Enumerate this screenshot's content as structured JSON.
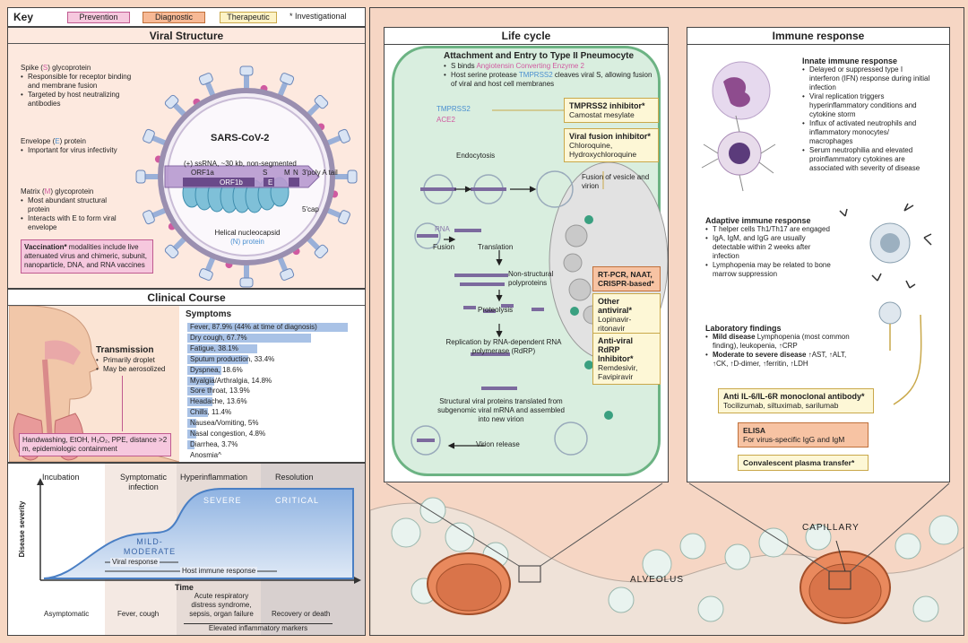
{
  "key": {
    "title": "Key",
    "prevention": "Prevention",
    "diagnostic": "Diagnostic",
    "therapeutic": "Therapeutic",
    "investigational": "* Investigational",
    "colors": {
      "prevention": "#f6c8de",
      "diagnostic": "#f7b995",
      "therapeutic": "#fdf3c6"
    }
  },
  "viral_structure": {
    "title": "Viral Structure",
    "spike_heading_a": "Spike (",
    "spike_heading_s": "S",
    "spike_heading_b": ") glycoprotein",
    "spike_bullets": [
      "Responsible for receptor binding and membrane fusion",
      "Targeted by host neutralizing antibodies"
    ],
    "envelope_heading_a": "Envelope (",
    "envelope_heading_e": "E",
    "envelope_heading_b": ") protein",
    "envelope_bullets": [
      "Important for virus infectivity"
    ],
    "matrix_heading_a": "Matrix (",
    "matrix_heading_m": "M",
    "matrix_heading_b": ") glycoprotein",
    "matrix_bullets": [
      "Most abundant structural protein",
      "Interacts with E to form viral envelope"
    ],
    "vaccination_bold": "Vaccination*",
    "vaccination_text": " modalities include live attenuated virus and chimeric, subunit, nanoparticle, DNA, and RNA vaccines",
    "virus_name": "SARS-CoV-2",
    "genome_label": "(+) ssRNA, ~30 kb, non-segmented",
    "orf1a": "ORF1a",
    "orf1b": "ORF1b",
    "gene_s": "S",
    "gene_e": "E",
    "gene_m": "M",
    "gene_n": "N",
    "poly_a": "3'poly A tail",
    "cap": "5'cap",
    "nucleocapsid_a": "Helical nucleocapsid",
    "nucleocapsid_b": "(N) protein"
  },
  "clinical_course": {
    "title": "Clinical Course",
    "transmission_title": "Transmission",
    "transmission_bullets": [
      "Primarily droplet",
      "May be aerosolized"
    ],
    "prevention_text": "Handwashing, EtOH, H₂O₂, PPE, distance >2 m, epidemiologic containment",
    "symptoms_title": "Symptoms",
    "symptoms": [
      {
        "label": "Fever, 87.9% (44% at time of diagnosis)",
        "value": 87.9
      },
      {
        "label": "Dry cough, 67.7%",
        "value": 67.7
      },
      {
        "label": "Fatigue, 38.1%",
        "value": 38.1
      },
      {
        "label": "Sputum production, 33.4%",
        "value": 33.4
      },
      {
        "label": "Dyspnea, 18.6%",
        "value": 18.6
      },
      {
        "label": "Myalgia/Arthralgia, 14.8%",
        "value": 14.8
      },
      {
        "label": "Sore throat, 13.9%",
        "value": 13.9
      },
      {
        "label": "Headache, 13.6%",
        "value": 13.6
      },
      {
        "label": "Chills, 11.4%",
        "value": 11.4
      },
      {
        "label": "Nausea/Vomiting, 5%",
        "value": 5
      },
      {
        "label": "Nasal congestion, 4.8%",
        "value": 4.8
      },
      {
        "label": "Diarrhea, 3.7%",
        "value": 3.7
      },
      {
        "label": "Anosmia^",
        "value": 0
      }
    ]
  },
  "timeline": {
    "phases": [
      "Incubation",
      "Symptomatic infection",
      "Hyperinflammation",
      "Resolution"
    ],
    "ylabel": "Disease severity",
    "xlabel": "Time",
    "mild": "MILD-MODERATE",
    "severe": "SEVERE",
    "critical": "CRITICAL",
    "viral_response": "Viral response",
    "host_response": "Host immune response",
    "bottom": [
      "Asymptomatic",
      "Fever, cough",
      "Acute respiratory distress syndrome, sepsis, organ failure",
      "Recovery or death"
    ],
    "markers": "Elevated inflammatory markers"
  },
  "life_cycle": {
    "title": "Life cycle",
    "attach_title": "Attachment and Entry to Type II Pneumocyte",
    "attach_1a": "S binds ",
    "attach_1b": "Angiotensin Converting Enzyme 2",
    "attach_2a": "Host serine protease ",
    "attach_2b": "TMPRSS2",
    "attach_2c": " cleaves viral S, allowing fusion of viral and host cell membranes",
    "tmprss2": "TMPRSS2",
    "ace2": "ACE2",
    "tmprss2_inhibitor_title": "TMPRSS2 inhibitor*",
    "tmprss2_inhibitor_drugs": "Camostat mesylate",
    "fusion_inhibitor_title": "Viral fusion inhibitor*",
    "fusion_inhibitor_drugs": "Chloroquine, Hydroxychloroquine",
    "endocytosis": "Endocytosis",
    "fusion_vesicle": "Fusion of vesicle and virion",
    "rna": "RNA",
    "fusion": "Fusion",
    "translation": "Translation",
    "nsp": "Non-structural polyproteins",
    "proteolysis": "Proteolysis",
    "replication": "Replication by RNA-dependent RNA polymerase (RdRP)",
    "diag_title": "RT-PCR, NAAT, CRISPR-based*",
    "other_antiviral_title": "Other antiviral*",
    "other_antiviral_drugs": "Lopinavir-ritonavir",
    "rdrp_title": "Anti-viral RdRP Inhibitor*",
    "rdrp_drugs": "Remdesivir, Favipiravir",
    "structural": "Structural viral proteins translated from subgenomic viral mRNA and assembled into new virion",
    "release": "Virion release"
  },
  "immune": {
    "title": "Immune response",
    "innate_title": "Innate immune response",
    "innate_bullets": [
      "Delayed or suppressed type I interferon (IFN) response during initial infection",
      "Viral replication triggers hyperinflammatory conditions and cytokine storm",
      "Influx of activated neutrophils and inflammatory monocytes/ macrophages",
      "Serum neutrophilia and elevated proinflammatory cytokines are associated with severity of disease"
    ],
    "adaptive_title": "Adaptive immune response",
    "adaptive_bullets": [
      "T helper cells Th1/Th17 are engaged",
      "IgA, IgM, and IgG are usually detectable within 2 weeks after infection",
      "Lymphopenia may be related to bone marrow suppression"
    ],
    "lab_title": "Laboratory findings",
    "lab_mild_bold": "Mild disease",
    "lab_mild_text": " Lymphopenia (most common finding), leukopenia, ↑CRP",
    "lab_severe_bold": "Moderate to severe disease",
    "lab_severe_text": " ↑AST, ↑ALT, ↑CK, ↑D-dimer, ↑ferritin, ↑LDH",
    "il6_title": "Anti IL-6/IL-6R monoclonal antibody*",
    "il6_drugs": "Tocilizumab, siltuximab, sarilumab",
    "elisa_title": "ELISA",
    "elisa_text": "For virus-specific IgG and IgM",
    "plasma": "Convalescent plasma transfer*"
  },
  "bottom_labels": {
    "capillary": "CAPILLARY",
    "alveolus": "ALVEOLUS"
  }
}
